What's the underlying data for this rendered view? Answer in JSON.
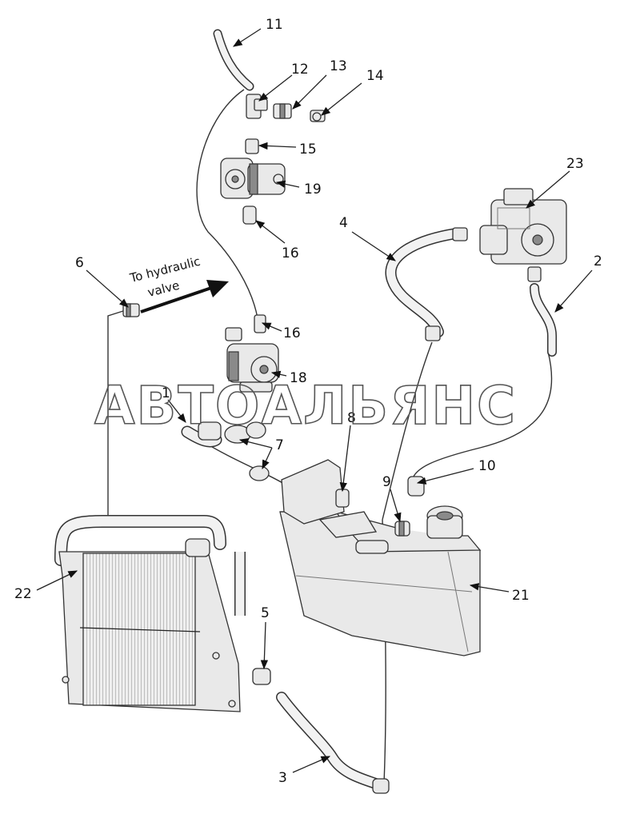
{
  "diagram": {
    "arrow_note_line1": "To hydraulic",
    "arrow_note_line2": "valve",
    "watermark": "АВТОАЛЬЯНС",
    "callouts": {
      "c1": "1",
      "c2": "2",
      "c3": "3",
      "c4": "4",
      "c5": "5",
      "c6": "6",
      "c7": "7",
      "c8": "8",
      "c9": "9",
      "c10": "10",
      "c11": "11",
      "c12": "12",
      "c13": "13",
      "c14": "14",
      "c15": "15",
      "c16a": "16",
      "c16b": "16",
      "c18": "18",
      "c19": "19",
      "c21": "21",
      "c22": "22",
      "c23": "23"
    }
  }
}
